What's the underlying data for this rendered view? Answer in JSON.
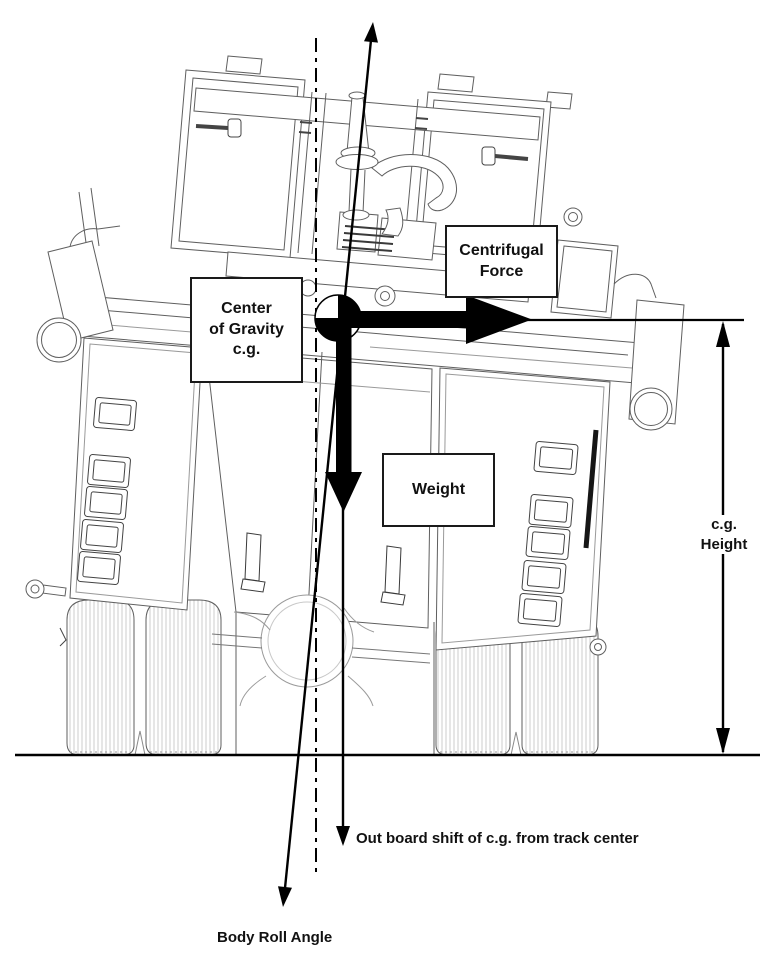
{
  "labels": {
    "cg_box": {
      "line1": "Center",
      "line2": "of Gravity",
      "line3": "c.g."
    },
    "centrifugal_box": {
      "line1": "Centrifugal",
      "line2": "Force"
    },
    "weight_box": {
      "line1": "Weight"
    },
    "cg_height": {
      "line1": "c.g.",
      "line2": "Height"
    },
    "outboard_shift": "Out board shift of c.g. from track center",
    "body_roll_angle": "Body Roll Angle"
  },
  "colors": {
    "annotation": "#000000",
    "linework": "#5f5f5f",
    "linework_light": "#9a9a9a",
    "background": "#ffffff"
  }
}
